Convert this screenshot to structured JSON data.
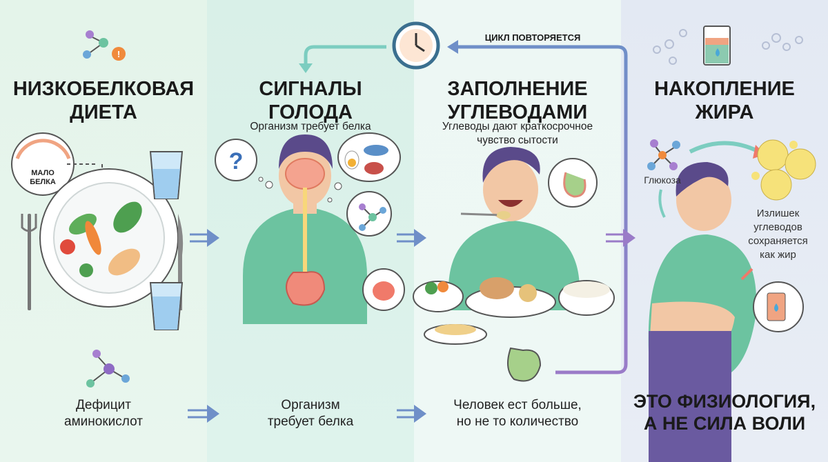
{
  "panels": [
    {
      "title_line1": "НИЗКОБЕЛКОВАЯ",
      "title_line2": "ДИЕТА",
      "badge_line1": "МАЛО",
      "badge_line2": "БЕЛКА",
      "bottom_line1": "Дефицит",
      "bottom_line2": "аминокислот"
    },
    {
      "title_line1": "СИГНАЛЫ",
      "title_line2": "ГОЛОДА",
      "subtitle": "Организм требует белка",
      "bottom_line1": "Организм",
      "bottom_line2": "требует белка"
    },
    {
      "title_line1": "ЗАПОЛНЕНИЕ",
      "title_line2": "УГЛЕВОДАМИ",
      "subtitle_line1": "Углеводы дают краткосрочное",
      "subtitle_line2": "чувство сытости",
      "bottom_line1": "Человек ест больше,",
      "bottom_line2": "но не то количество"
    },
    {
      "title_line1": "НАКОПЛЕНИЕ",
      "title_line2": "ЖИРА",
      "glucose_label": "Глюкоза",
      "note_line1": "Излишек",
      "note_line2": "углеводов",
      "note_line3": "сохраняется",
      "note_line4": "как жир"
    }
  ],
  "cycle_label": "ЦИКЛ ПОВТОРЯЕТСЯ",
  "conclusion_line1": "ЭТО ФИЗИОЛОГИЯ,",
  "conclusion_line2": "А НЕ СИЛА ВОЛИ",
  "colors": {
    "arrow_teal": "#7ccdc0",
    "arrow_blue": "#6f8fc8",
    "arrow_purple": "#9a7bc8",
    "shirt": "#6cc3a0",
    "hair": "#5a4a8a"
  }
}
